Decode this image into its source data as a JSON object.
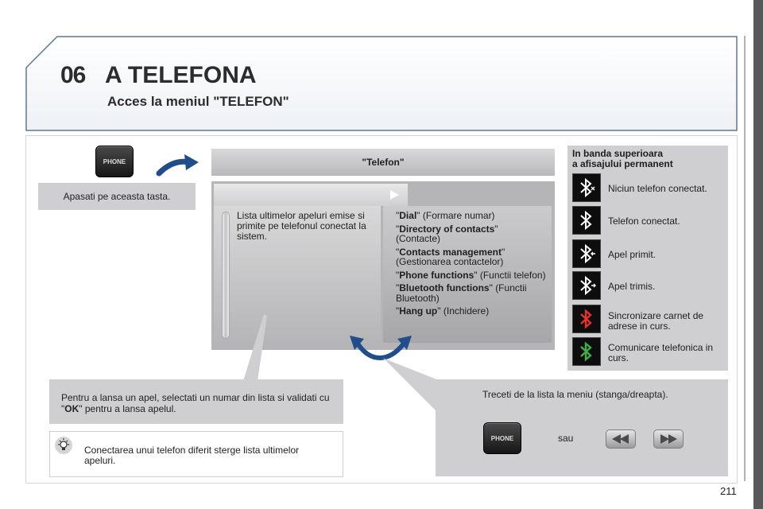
{
  "header": {
    "chapter_number": "06",
    "chapter_title": "A TELEFONA",
    "subtitle": "Acces la meniul \"TELEFON\""
  },
  "phone_key_label": "PHONE",
  "press_key_caption": "Apasati pe aceasta tasta.",
  "screen": {
    "title": "\"Telefon\"",
    "list_description": "Lista ultimelor apeluri emise si primite pe telefonul conectat la sistem.",
    "menu_items": [
      {
        "name": "Dial",
        "description": "(Formare numar)"
      },
      {
        "name": "Directory of contacts",
        "description": "(Contacte)"
      },
      {
        "name": "Contacts management",
        "description": "(Gestionarea contactelor)"
      },
      {
        "name": "Phone functions",
        "description": "(Functii telefon)"
      },
      {
        "name": "Bluetooth functions",
        "description": "(Functii Bluetooth)"
      },
      {
        "name": "Hang up",
        "description": "(Inchidere)"
      }
    ]
  },
  "status_bar": {
    "heading_line1": "In banda superioara",
    "heading_line2": "a afisajului permanent",
    "items": [
      {
        "label": "Niciun telefon conectat.",
        "icon": "bluetooth-disconnected-icon",
        "color": "#ffffff"
      },
      {
        "label": "Telefon conectat.",
        "icon": "bluetooth-connected-icon",
        "color": "#ffffff"
      },
      {
        "label": "Apel primit.",
        "icon": "bluetooth-incoming-call-icon",
        "color": "#ffffff"
      },
      {
        "label": "Apel trimis.",
        "icon": "bluetooth-outgoing-call-icon",
        "color": "#ffffff"
      },
      {
        "label": "Sincronizare carnet de adrese in curs.",
        "icon": "bluetooth-sync-icon",
        "color": "#e8322c"
      },
      {
        "label": "Comunicare telefonica in curs.",
        "icon": "bluetooth-call-active-icon",
        "color": "#3fae49"
      }
    ]
  },
  "call_instruction": {
    "before": "Pentru a lansa un apel, selectati un numar din lista si validati cu \"",
    "key": "OK",
    "after": "\" pentru a lansa apelul."
  },
  "note": "Conectarea unui telefon diferit sterge lista ultimelor apeluri.",
  "navigation": {
    "caption": "Treceti de la lista la meniu (stanga/dreapta).",
    "or_label": "sau"
  },
  "page_number": "211",
  "colors": {
    "panel_gray": "#cfcfd1",
    "arrow_blue": "#1f4e8a",
    "header_border": "#5d7794"
  }
}
